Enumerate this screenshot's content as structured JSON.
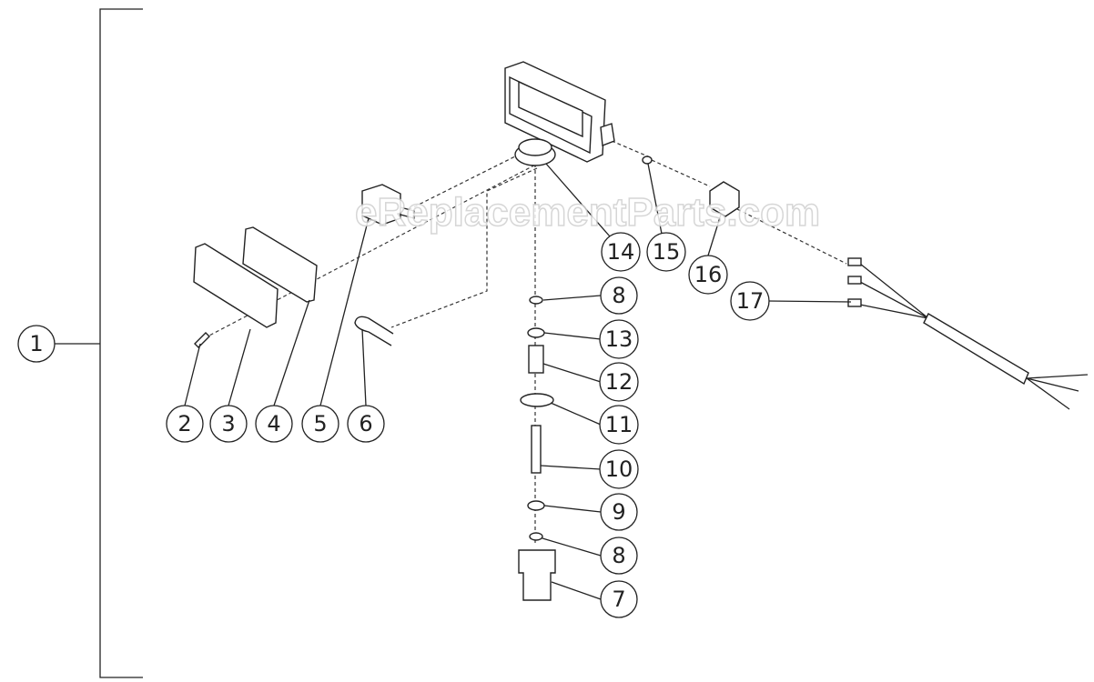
{
  "watermark": "eReplacementParts.com",
  "callouts": {
    "assembly": "1",
    "screw": "2",
    "cover": "3",
    "gasket": "4",
    "switch": "5",
    "clip": "6",
    "fitting": "7",
    "washer_top": "8",
    "washer_bottom": "8",
    "oring": "9",
    "piston": "10",
    "disc": "11",
    "spring": "12",
    "retainer": "13",
    "housing": "14",
    "seal": "15",
    "nut": "16",
    "cord": "17"
  }
}
